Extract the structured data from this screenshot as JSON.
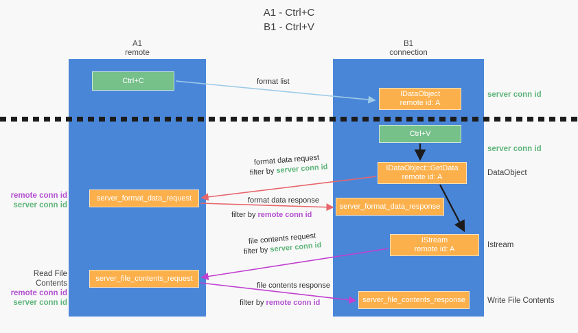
{
  "title": {
    "line1": "A1 - Ctrl+C",
    "line2": "B1 - Ctrl+V"
  },
  "columns": {
    "left": {
      "name": "A1",
      "role": "remote"
    },
    "right": {
      "name": "B1",
      "role": "connection"
    }
  },
  "colors": {
    "lane": "#4a86d8",
    "box_orange": "#fbb04c",
    "box_green": "#76c08a",
    "server_conn_id": "#5fb57a",
    "remote_conn_id": "#b34fd0",
    "arrow_blue": "#9ecbe8",
    "arrow_red": "#e8656b",
    "arrow_purple": "#c040d0",
    "arrow_black": "#1c1c1c",
    "background": "#f8f8f8"
  },
  "boxes": {
    "ctrl_c": {
      "label": "Ctrl+C"
    },
    "ctrl_v": {
      "label": "Ctrl+V"
    },
    "idataobject": {
      "line1": "IDataObject",
      "line2": "remote id: A"
    },
    "getdata": {
      "line1": "IDataObject::GetData",
      "line2": "remote id: A"
    },
    "istream": {
      "line1": "IStream",
      "line2": "remote id: A"
    },
    "server_format_data_request": {
      "label": "server_format_data_request"
    },
    "server_format_data_response": {
      "label": "server_format_data_response"
    },
    "server_file_contents_request": {
      "label": "server_file_contents_request"
    },
    "server_file_contents_response": {
      "label": "server_file_contents_response"
    }
  },
  "arrow_labels": {
    "format_list": "format list",
    "format_data_request": "format data request",
    "format_data_request_filter_prefix": "filter by ",
    "format_data_request_filter_value": "server conn id",
    "format_data_response": "format data response",
    "format_data_response_filter_prefix": "filter by ",
    "format_data_response_filter_value": "remote conn id",
    "file_contents_request": "file contents request",
    "file_contents_request_filter_prefix": "filter by ",
    "file_contents_request_filter_value": "server conn id",
    "file_contents_response": "file contents response",
    "file_contents_response_filter_prefix": "filter by ",
    "file_contents_response_filter_value": "remote conn id"
  },
  "right_notes": {
    "server_conn_id_1": "server conn id",
    "server_conn_id_2": "server conn id",
    "dataobject": "DataObject",
    "istream": "Istream",
    "write_file_contents": "Write File Contents"
  },
  "left_notes": {
    "group1": {
      "remote": "remote conn id",
      "server": "server conn id"
    },
    "group2": {
      "heading": "Read File Contents",
      "remote": "remote conn id",
      "server": "server conn id"
    }
  }
}
